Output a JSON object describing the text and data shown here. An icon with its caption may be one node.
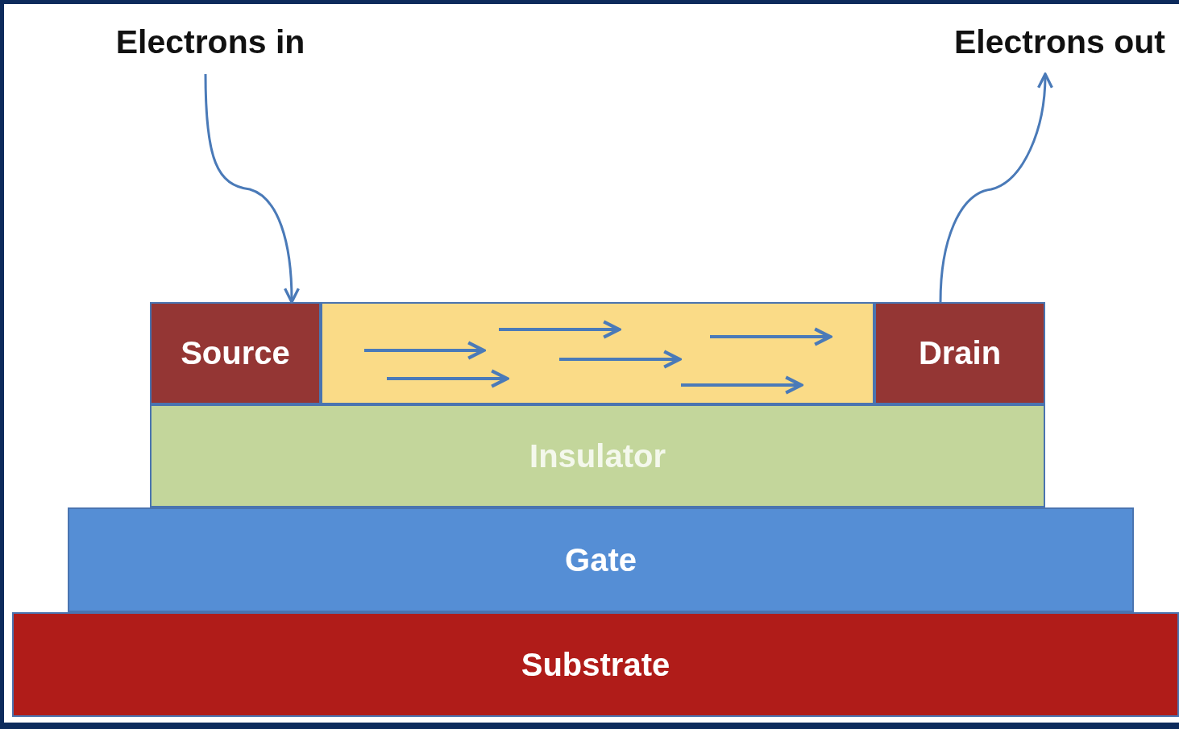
{
  "diagram": {
    "nodes": [
      {
        "text": [
          "Electrons in"
        ]
      },
      {
        "text": [
          "Electrons out"
        ]
      },
      {
        "text": [
          "Source"
        ]
      },
      {
        "text": [],
        "shape": "box"
      },
      {
        "text": [
          "Drain"
        ]
      },
      {
        "text": [
          "Insulator"
        ]
      },
      {
        "text": [
          "Gate"
        ]
      },
      {
        "text": [
          "Substrate"
        ]
      }
    ],
    "edges": [
      {
        "from": 0,
        "to": 2,
        "arrow": "to"
      },
      {
        "from": 4,
        "to": 1,
        "arrow": "to"
      }
    ]
  }
}
